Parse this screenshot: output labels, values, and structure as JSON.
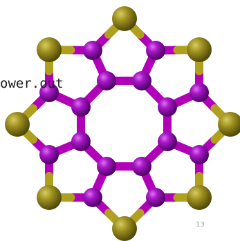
{
  "labels": {
    "file_text": "ower.out",
    "slide_number": "13"
  },
  "colors": {
    "background": "#ffffff",
    "bond_magenta": "#b000b8",
    "bond_gold": "#b0a020",
    "atom_purple": "#8a00a8",
    "atom_gold": "#8e8218"
  },
  "molecule": {
    "atom_types": [
      "purple",
      "gold"
    ],
    "atom_count": 24,
    "bond_count": 32
  }
}
